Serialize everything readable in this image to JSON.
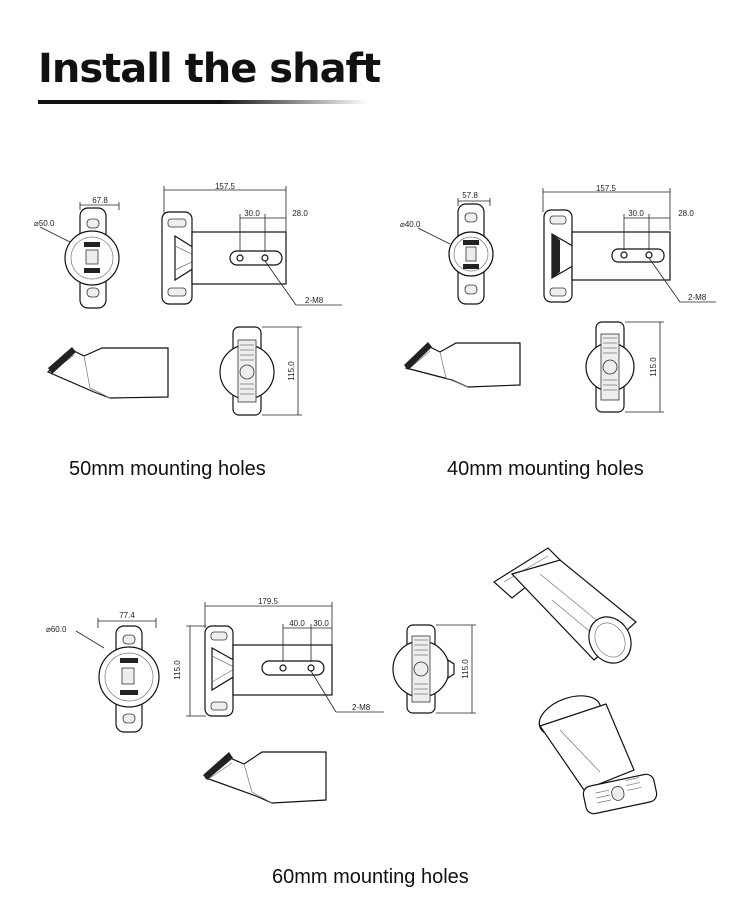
{
  "title": "Install the shaft",
  "captions": {
    "set1": "50mm mounting holes",
    "set2": "40mm mounting holes",
    "set3": "60mm mounting holes"
  },
  "dims": {
    "set1": {
      "dia": "⌀50.0",
      "width": "67.8",
      "length": "157.5",
      "hole_a": "30.0",
      "hole_b": "28.0",
      "screws": "2-M8",
      "height": "115.0"
    },
    "set2": {
      "dia": "⌀40.0",
      "width": "57.8",
      "length": "157.5",
      "hole_a": "30.0",
      "hole_b": "28.0",
      "screws": "2-M8",
      "height": "115.0"
    },
    "set3": {
      "dia": "⌀60.0",
      "width": "77.4",
      "length": "179.5",
      "hole_a": "40.0",
      "hole_b": "30.0",
      "screws": "2-M8",
      "height": "115.0",
      "height2": "115.0"
    }
  }
}
